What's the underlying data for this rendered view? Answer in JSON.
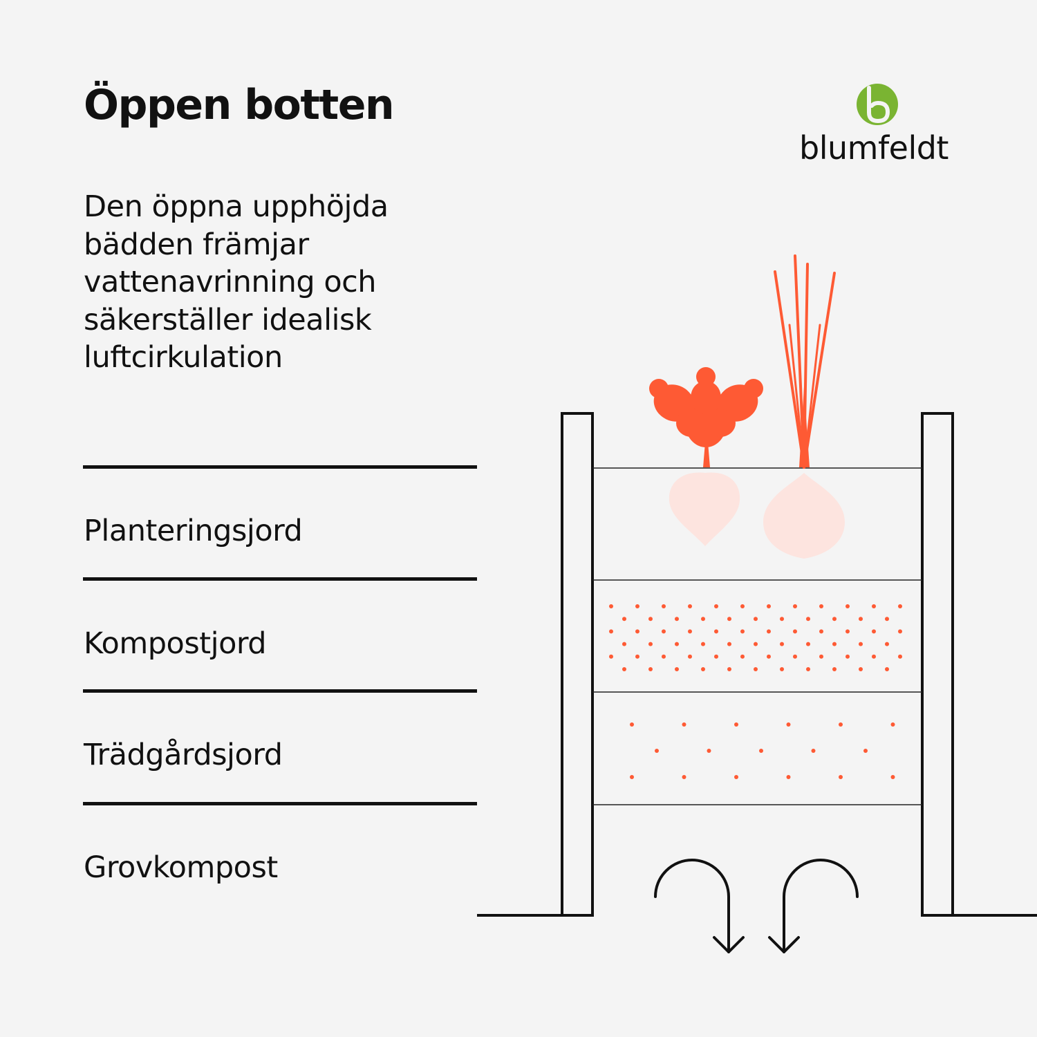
{
  "header": {
    "title": "Öppen botten",
    "description": "Den öppna upphöjda bädden främjar vattenavrinning och säkerställer idealisk luftcirkulation"
  },
  "brand": {
    "name": "blumfeldt",
    "logo_icon": "blumfeldt-leaf-b-logo",
    "logo_color": "#7ab432"
  },
  "layers": [
    {
      "label": "Planteringsjord"
    },
    {
      "label": "Kompostjord"
    },
    {
      "label": "Trädgårdsjord"
    },
    {
      "label": "Grovkompost"
    }
  ],
  "colors": {
    "accent": "#fe5a34",
    "accent_light": "#fde4df",
    "ink": "#111111",
    "background": "#f4f4f4"
  },
  "icons": [
    "beet-plant-icon",
    "onion-plant-icon",
    "drainage-arrow-icon"
  ]
}
